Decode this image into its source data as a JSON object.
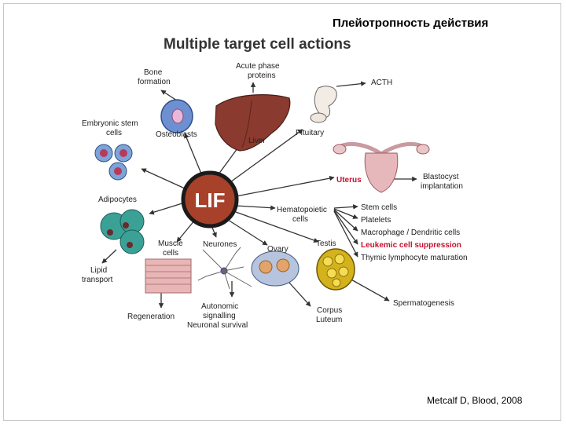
{
  "slide": {
    "title": "Плейотропность действия",
    "citation": "Metcalf D, Blood, 2008"
  },
  "figure": {
    "title": "Multiple target cell actions",
    "center": "LIF",
    "labels": {
      "bone_formation": [
        "Bone",
        "formation"
      ],
      "acute_phase": [
        "Acute phase",
        "proteins"
      ],
      "acth": "ACTH",
      "embryonic": [
        "Embryonic stem",
        "cells"
      ],
      "osteoblasts": "Osteoblasts",
      "liver": "Liver",
      "pituitary": "Pituitary",
      "uterus": "Uterus",
      "blastocyst": [
        "Blastocyst",
        "implantation"
      ],
      "adipocytes": "Adipocytes",
      "hematopoietic": [
        "Hematopoietic",
        "cells"
      ],
      "hema_targets": [
        {
          "text": "Stem cells",
          "highlight": false
        },
        {
          "text": "Platelets",
          "highlight": false
        },
        {
          "text": "Macrophage / Dendritic cells",
          "highlight": false
        },
        {
          "text": "Leukemic cell suppression",
          "highlight": true
        },
        {
          "text": "Thymic lymphocyte maturation",
          "highlight": false
        }
      ],
      "lipid": [
        "Lipid",
        "transport"
      ],
      "muscle": [
        "Muscle",
        "cells"
      ],
      "neurones": "Neurones",
      "ovary": "Ovary",
      "testis": "Testis",
      "regeneration": "Regeneration",
      "autonomic": [
        "Autonomic",
        "signalling",
        "Neuronal survival"
      ],
      "corpus": [
        "Corpus",
        "Luteum"
      ],
      "spermatogenesis": "Spermatogenesis"
    }
  },
  "colors": {
    "highlight": "#c8102e",
    "lif_fill": "#a8412a",
    "lif_ring": "#1a1a1a",
    "liver": "#8b3a2f",
    "osteoblast": "#6e8fd0",
    "adipocyte": "#3ba197",
    "testis": "#d4b21c",
    "ovary": "#b7c4dd"
  }
}
